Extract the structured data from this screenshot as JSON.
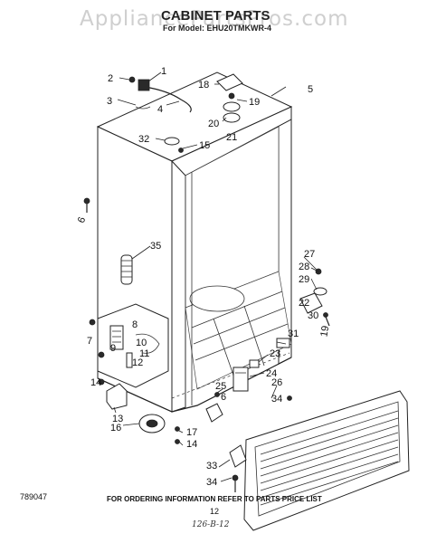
{
  "watermark": "AppliancePartsPros.com",
  "title": "CABINET PARTS",
  "subtitle": "For Model: EHU20TMKWR-4",
  "callouts": {
    "c1": "1",
    "c2": "2",
    "c3": "3",
    "c4": "4",
    "c5": "5",
    "c6": "6",
    "c7": "7",
    "c8": "8",
    "c9": "9",
    "c10": "10",
    "c11": "11",
    "c12": "12",
    "c13": "13",
    "c14a": "14",
    "c14b": "14",
    "c15": "15",
    "c16": "16",
    "c17": "17",
    "c18": "18",
    "c19a": "19",
    "c19b": "19",
    "c20": "20",
    "c21": "21",
    "c22": "22",
    "c23": "23",
    "c24": "24",
    "c25": "25",
    "c26": "26",
    "c27": "27",
    "c28": "28",
    "c29": "29",
    "c30": "30",
    "c31": "31",
    "c32": "32",
    "c33": "33",
    "c34": "34",
    "c35": "35"
  },
  "footer": {
    "part_number": "789047",
    "ordering_note": "FOR ORDERING INFORMATION REFER TO PARTS PRICE LIST",
    "page": "12",
    "handwritten": "126-B-12"
  }
}
